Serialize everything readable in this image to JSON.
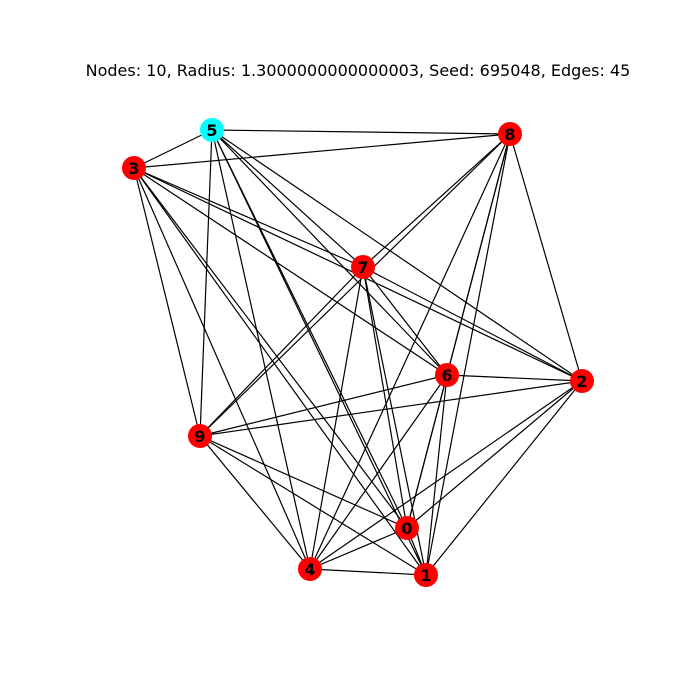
{
  "title": "Nodes: 10, Radius: 1.3000000000000003, Seed: 695048, Edges: 45",
  "colors": {
    "node_default": "#ff0000",
    "node_highlight": "#00ffff",
    "edge": "#000000",
    "label": "#000000"
  },
  "graph": {
    "nodes": [
      {
        "id": "0",
        "highlight": false
      },
      {
        "id": "1",
        "highlight": false
      },
      {
        "id": "2",
        "highlight": false
      },
      {
        "id": "3",
        "highlight": false
      },
      {
        "id": "4",
        "highlight": false
      },
      {
        "id": "5",
        "highlight": true
      },
      {
        "id": "6",
        "highlight": false
      },
      {
        "id": "7",
        "highlight": false
      },
      {
        "id": "8",
        "highlight": false
      },
      {
        "id": "9",
        "highlight": false
      }
    ],
    "edges": [
      [
        "0",
        "1"
      ],
      [
        "0",
        "2"
      ],
      [
        "0",
        "3"
      ],
      [
        "0",
        "4"
      ],
      [
        "0",
        "5"
      ],
      [
        "0",
        "6"
      ],
      [
        "0",
        "7"
      ],
      [
        "0",
        "8"
      ],
      [
        "0",
        "9"
      ],
      [
        "1",
        "2"
      ],
      [
        "1",
        "3"
      ],
      [
        "1",
        "4"
      ],
      [
        "1",
        "5"
      ],
      [
        "1",
        "6"
      ],
      [
        "1",
        "7"
      ],
      [
        "1",
        "8"
      ],
      [
        "1",
        "9"
      ],
      [
        "2",
        "3"
      ],
      [
        "2",
        "4"
      ],
      [
        "2",
        "5"
      ],
      [
        "2",
        "6"
      ],
      [
        "2",
        "7"
      ],
      [
        "2",
        "8"
      ],
      [
        "2",
        "9"
      ],
      [
        "3",
        "4"
      ],
      [
        "3",
        "5"
      ],
      [
        "3",
        "6"
      ],
      [
        "3",
        "7"
      ],
      [
        "3",
        "8"
      ],
      [
        "3",
        "9"
      ],
      [
        "4",
        "5"
      ],
      [
        "4",
        "6"
      ],
      [
        "4",
        "7"
      ],
      [
        "4",
        "8"
      ],
      [
        "4",
        "9"
      ],
      [
        "5",
        "6"
      ],
      [
        "5",
        "7"
      ],
      [
        "5",
        "8"
      ],
      [
        "5",
        "9"
      ],
      [
        "6",
        "7"
      ],
      [
        "6",
        "8"
      ],
      [
        "6",
        "9"
      ],
      [
        "7",
        "8"
      ],
      [
        "7",
        "9"
      ],
      [
        "8",
        "9"
      ]
    ]
  }
}
